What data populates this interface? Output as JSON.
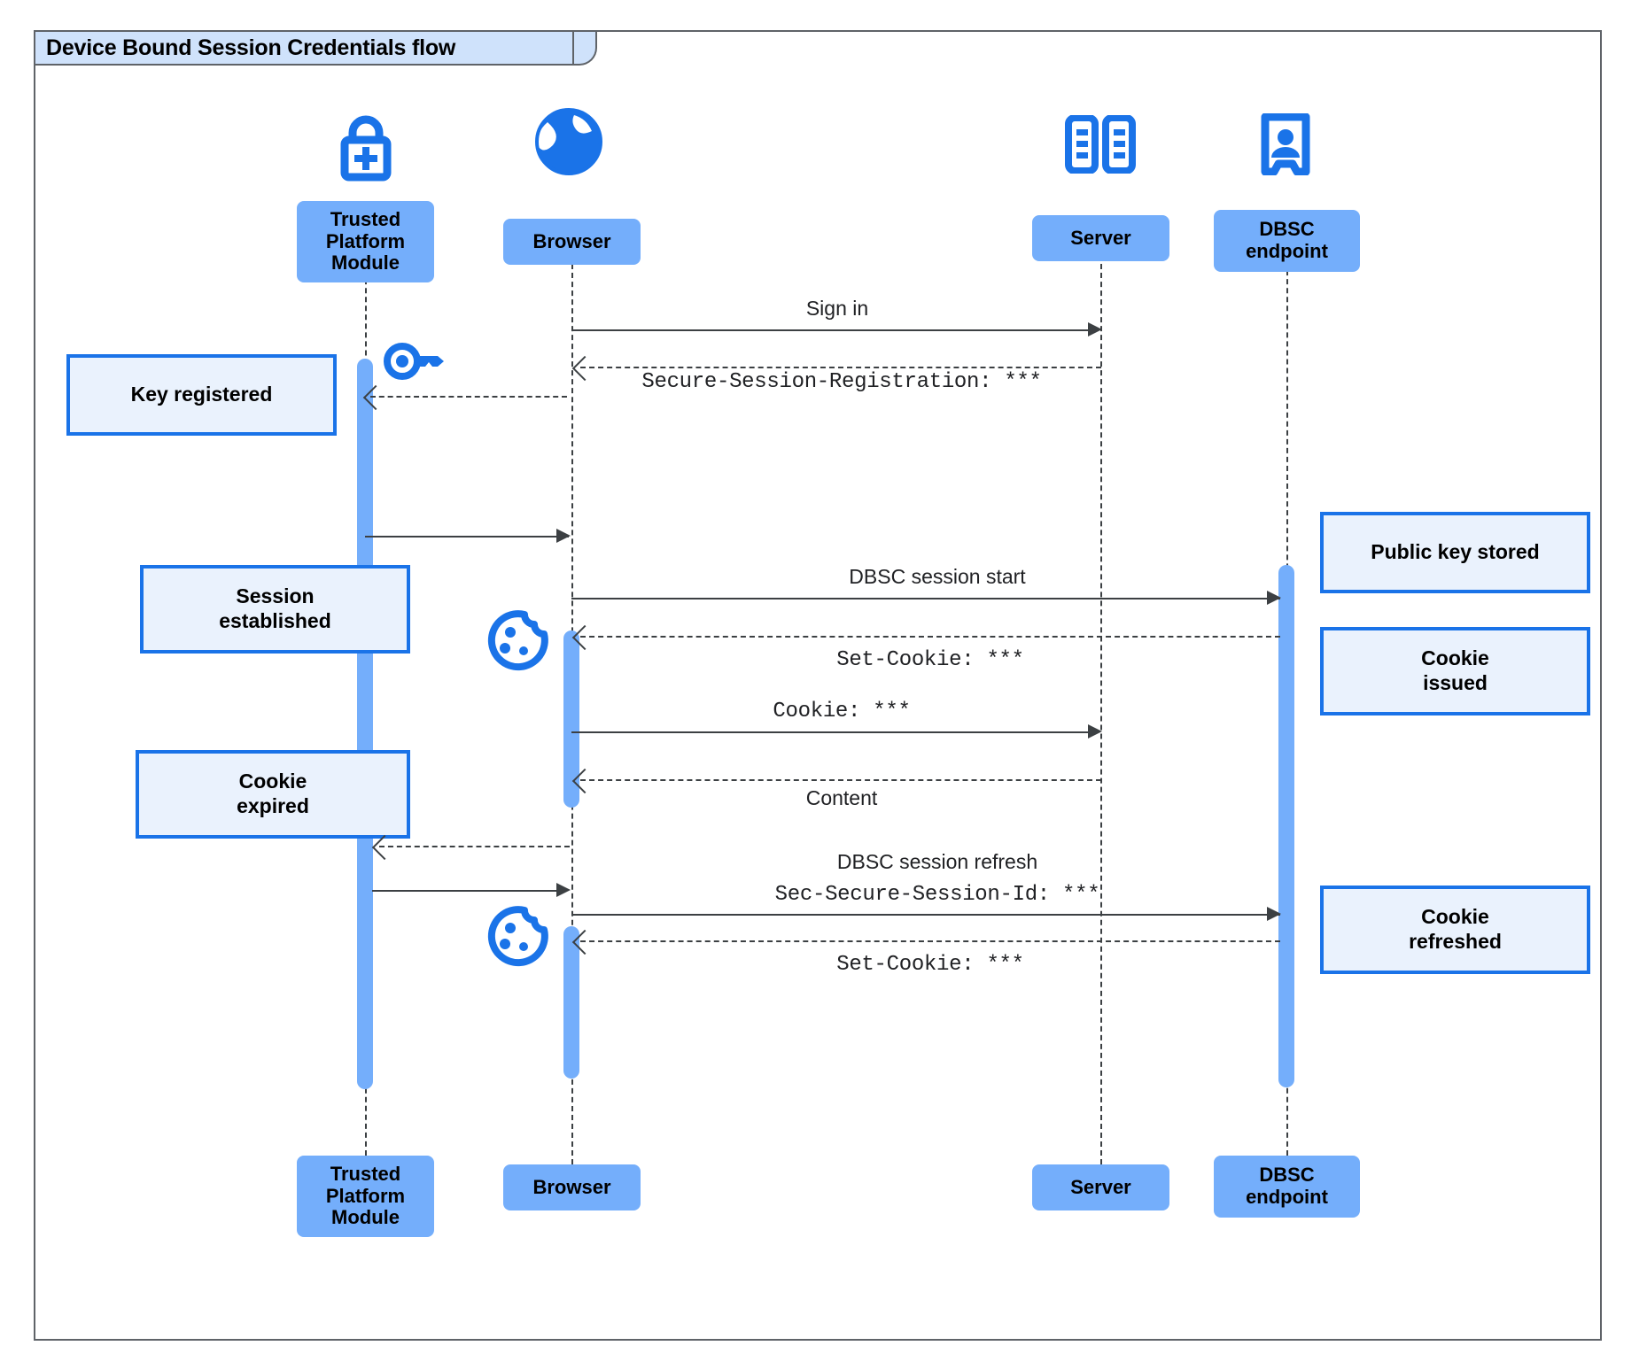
{
  "diagram": {
    "title": "Device Bound Session Credentials flow",
    "type": "sequence"
  },
  "participants": [
    {
      "id": "tpm",
      "label": "Trusted\nPlatform\nModule",
      "icon": "padlock-plus-icon"
    },
    {
      "id": "browser",
      "label": "Browser",
      "icon": "globe-icon"
    },
    {
      "id": "server",
      "label": "Server",
      "icon": "server-rack-icon"
    },
    {
      "id": "dbsc",
      "label": "DBSC\nendpoint",
      "icon": "id-badge-icon"
    }
  ],
  "participants_bottom": [
    {
      "id": "tpm",
      "label": "Trusted\nPlatform\nModule"
    },
    {
      "id": "browser",
      "label": "Browser"
    },
    {
      "id": "server",
      "label": "Server"
    },
    {
      "id": "dbsc",
      "label": "DBSC\nendpoint"
    }
  ],
  "messages": [
    {
      "id": "m1",
      "text": "Sign in",
      "style": "prop",
      "from": "browser",
      "to": "server",
      "line": "solid"
    },
    {
      "id": "m2",
      "text": "Secure-Session-Registration: ***",
      "style": "mono",
      "from": "server",
      "to": "browser",
      "line": "dashed"
    },
    {
      "id": "m3",
      "text": "",
      "style": "prop",
      "from": "tpm",
      "to": "browser",
      "line": "solid"
    },
    {
      "id": "m4",
      "text": "DBSC session start",
      "style": "prop",
      "from": "browser",
      "to": "dbsc",
      "line": "solid"
    },
    {
      "id": "m5",
      "text": "Set-Cookie: ***",
      "style": "mono",
      "from": "dbsc",
      "to": "browser",
      "line": "dashed"
    },
    {
      "id": "m6",
      "text": "Cookie: ***",
      "style": "mono",
      "from": "browser",
      "to": "server",
      "line": "solid"
    },
    {
      "id": "m7",
      "text": "Content",
      "style": "prop",
      "from": "server",
      "to": "browser",
      "line": "dashed"
    },
    {
      "id": "m8",
      "text": "DBSC session refresh",
      "text2": "Sec-Secure-Session-Id: ***",
      "style": "prop",
      "from": "browser",
      "to": "dbsc",
      "line": "solid"
    },
    {
      "id": "m9",
      "text": "Set-Cookie: ***",
      "style": "mono",
      "from": "dbsc",
      "to": "browser",
      "line": "dashed"
    }
  ],
  "notes": [
    {
      "id": "n1",
      "text": "Key registered",
      "side": "left"
    },
    {
      "id": "n2",
      "text": "Session\nestablished",
      "side": "left"
    },
    {
      "id": "n3",
      "text": "Cookie\nexpired",
      "side": "left"
    },
    {
      "id": "n4",
      "text": "Public key stored",
      "side": "right"
    },
    {
      "id": "n5",
      "text": "Cookie\nissued",
      "side": "right"
    },
    {
      "id": "n6",
      "text": "Cookie\nrefreshed",
      "side": "right"
    }
  ],
  "inline_icons": [
    {
      "id": "key1",
      "name": "key-icon"
    },
    {
      "id": "cookie1",
      "name": "cookie-icon"
    },
    {
      "id": "cookie2",
      "name": "cookie-icon"
    }
  ],
  "colors": {
    "participant_fill": "#74aefb",
    "note_fill": "#eaf2fd",
    "note_border": "#1a73e8",
    "icon_blue": "#1a73e8",
    "line": "#3c4043",
    "title_fill": "#cfe2fb",
    "frame_border": "#5f6368"
  }
}
